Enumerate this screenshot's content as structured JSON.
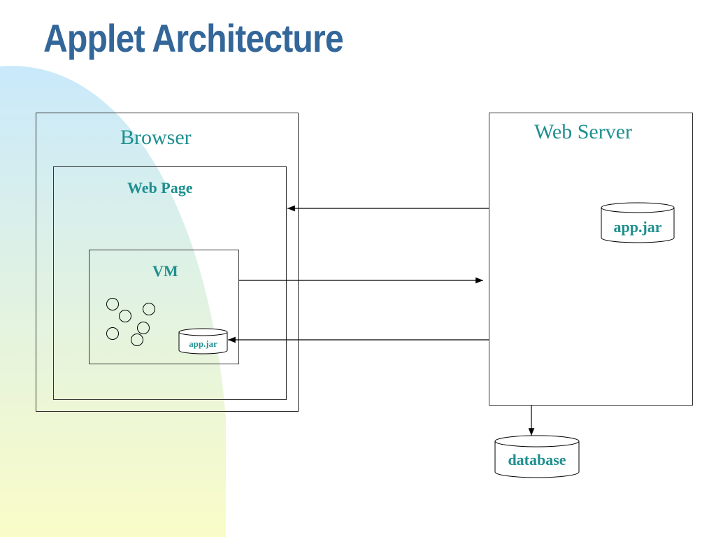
{
  "slide": {
    "title": "Applet Architecture"
  },
  "diagram": {
    "browser_label": "Browser",
    "webpage_label": "Web Page",
    "vm_label": "VM",
    "vm_jar_label": "app.jar",
    "server_label": "Web Server",
    "server_jar_label": "app.jar",
    "database_label": "database"
  },
  "colors": {
    "title": "#336699",
    "label_teal": "#1f8f8f",
    "bg_blue": "#c9e9fb",
    "bg_yellow": "#fafcc8",
    "stroke": "#333333"
  },
  "icons": [
    "arrow-left",
    "arrow-right",
    "arrow-down",
    "cylinder",
    "circle"
  ]
}
